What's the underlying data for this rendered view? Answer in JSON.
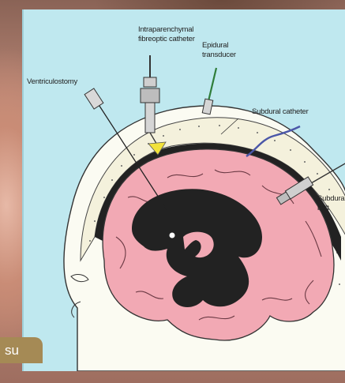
{
  "labels": {
    "intraparenchymal_1": "Intraparenchymal",
    "intraparenchymal_2": "fibreoptic catheter",
    "epidural_1": "Epidural",
    "epidural_2": "transducer",
    "ventriculostomy": "Ventriculostomy",
    "subdural_catheter": "Subdural catheter",
    "subdural_bolt_1": "Subdural",
    "subdural_bolt_2": "bolt"
  },
  "tab": {
    "text": "su"
  },
  "colors": {
    "panel": "#bfe8ef",
    "brain": "#f2a9b4",
    "ventricle": "#222222",
    "skull": "#f7f5e8",
    "subdural_catheter": "#4b57a8",
    "epidural_transducer": "#2f7d3a",
    "tip": "#f2e23a"
  },
  "icons": [
    "ventriculostomy-needle-icon",
    "fibreoptic-catheter-icon",
    "epidural-transducer-icon",
    "subdural-bolt-icon"
  ]
}
